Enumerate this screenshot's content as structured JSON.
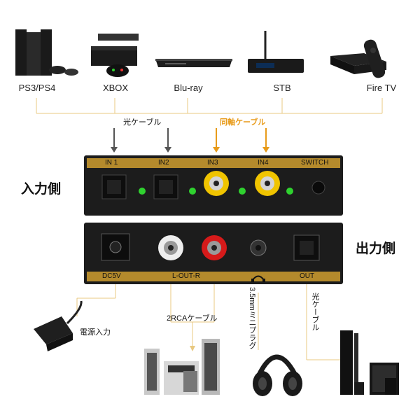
{
  "sources": [
    {
      "label": "PS3/PS4",
      "icon": "game-console-icon"
    },
    {
      "label": "XBOX",
      "icon": "xbox-console-icon"
    },
    {
      "label": "Blu-ray",
      "icon": "bluray-player-icon"
    },
    {
      "label": "STB",
      "icon": "set-top-box-icon"
    },
    {
      "label": "Fire TV",
      "icon": "fire-tv-icon"
    }
  ],
  "cables": {
    "optical": "光ケーブル",
    "coaxial": "同軸ケーブル",
    "rca": "2RCAケーブル",
    "minijack": "3.5mmミニプラグ",
    "optical_out": "光ケーブル",
    "power": "電源入力"
  },
  "sides": {
    "input": "入力側",
    "output": "出力側"
  },
  "input_panel": {
    "ports": [
      "IN 1",
      "IN2",
      "IN3",
      "IN4"
    ],
    "switch": "SWITCH"
  },
  "output_panel": {
    "dc": "DC5V",
    "lr": "L-OUT-R",
    "out": "OUT"
  },
  "colors": {
    "panel": "#1c1c1c",
    "strip": "#b48a2c",
    "coax_accent": "#e89b1a",
    "led": "#2fd12f"
  }
}
